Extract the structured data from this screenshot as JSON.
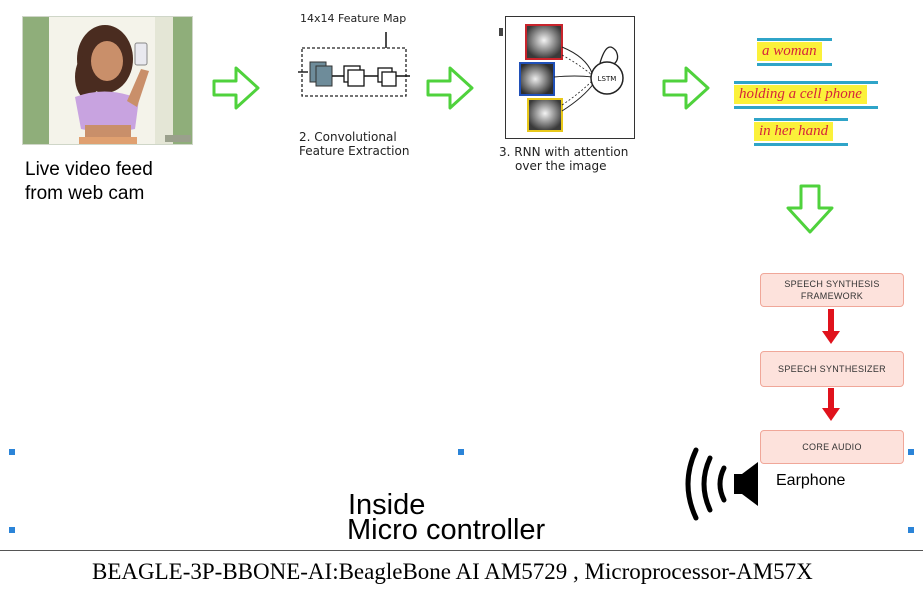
{
  "feed": {
    "label_line1": "Live video feed",
    "label_line2": "from web cam"
  },
  "cnn": {
    "title": "14x14 Feature Map",
    "caption_line1": "2. Convolutional",
    "caption_line2": "Feature Extraction"
  },
  "rnn": {
    "lstm_label": "LSTM",
    "caption_line1": "3. RNN with attention",
    "caption_line2": "over the image"
  },
  "caption_words": [
    "a woman",
    "holding a cell phone",
    "in her hand"
  ],
  "speech": {
    "box1_line1": "SPEECH SYNTHESIS",
    "box1_line2": "FRAMEWORK",
    "box2": "SPEECH SYNTHESIZER",
    "box3": "CORE AUDIO"
  },
  "earphone_label": "Earphone",
  "controller": {
    "line1": "Inside",
    "line2": "Micro controller"
  },
  "footer": "BEAGLE-3P-BBONE-AI:BeagleBone AI AM5729 , Microprocessor-AM57X",
  "colors": {
    "arrow_green": "#4fd23c",
    "pipeline_red": "#e0121c",
    "box_fill": "#fde2dc",
    "highlight_yellow": "#fbf13a",
    "highlight_bar_blue": "#2fa4c8",
    "caption_red": "#d5263a"
  }
}
